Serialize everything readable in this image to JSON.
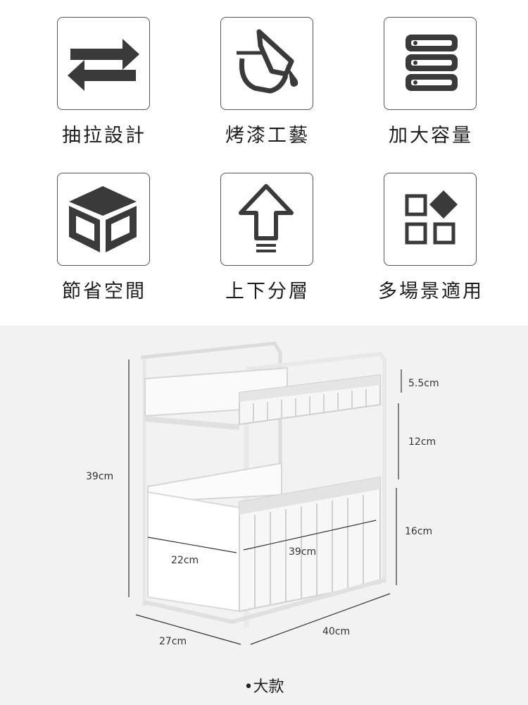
{
  "features": [
    {
      "label": "抽拉設計",
      "icon": "swap-arrows-icon"
    },
    {
      "label": "烤漆工藝",
      "icon": "paint-bucket-icon"
    },
    {
      "label": "加大容量",
      "icon": "server-stack-icon"
    },
    {
      "label": "節省空間",
      "icon": "cube-icon"
    },
    {
      "label": "上下分層",
      "icon": "up-arrow-icon"
    },
    {
      "label": "多場景適用",
      "icon": "grid-diamond-icon"
    }
  ],
  "dimensions": {
    "top_gap": "5.5cm",
    "upper_tier": "12cm",
    "lower_tier": "16cm",
    "total_height": "39cm",
    "inner_width": "22cm",
    "inner_length": "39cm",
    "depth": "27cm",
    "length": "40cm"
  },
  "caption": "•大款",
  "colors": {
    "icon": "#3a3a3a",
    "frame": "#e8e8e8",
    "bg": "#f2f2f2"
  }
}
